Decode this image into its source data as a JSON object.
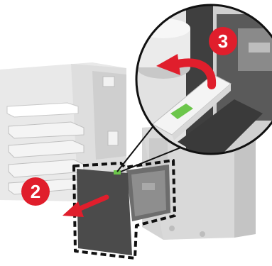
{
  "steps": {
    "step_2": {
      "number": "2",
      "color": "#e01e2c",
      "action": "pull-out-drawer"
    },
    "step_3": {
      "number": "3",
      "color": "#e01e2c",
      "action": "lift-release-lever"
    }
  },
  "icons": {
    "pull_arrow": "arrow-left-down-icon",
    "rotate_arrow": "curved-arrow-icon"
  },
  "colors": {
    "step_badge": "#e01e2c",
    "arrow": "#e01e2c",
    "latch_highlight": "#6cc64b",
    "drawer_dark": "#4b4b4b",
    "printer_body": "#d4d4d4"
  }
}
